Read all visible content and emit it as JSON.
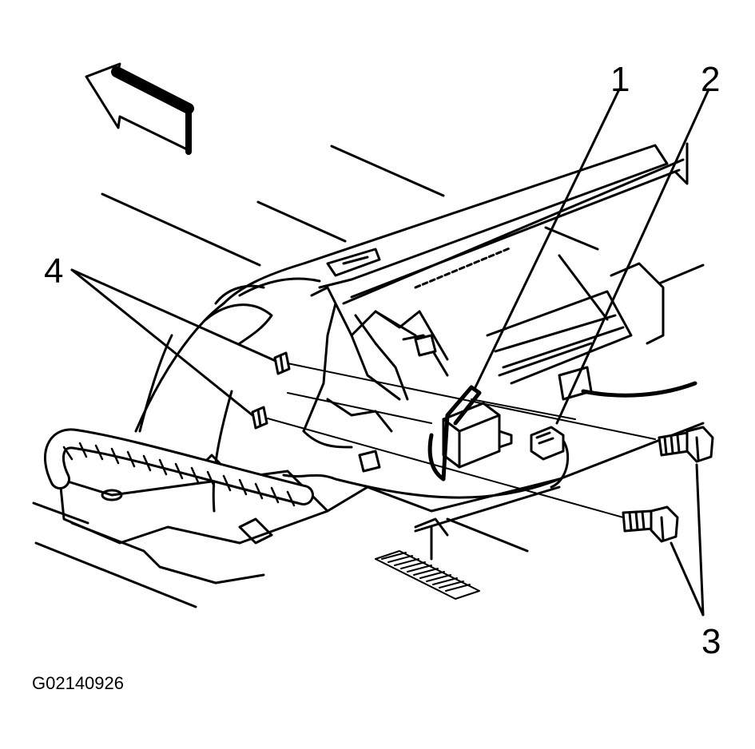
{
  "callouts": {
    "c1": "1",
    "c2": "2",
    "c3": "3",
    "c4": "4"
  },
  "figure_id": "G02140926",
  "colors": {
    "ink": "#000000",
    "paper": "#ffffff"
  },
  "icons": {
    "direction": "forward-arrow-icon"
  }
}
